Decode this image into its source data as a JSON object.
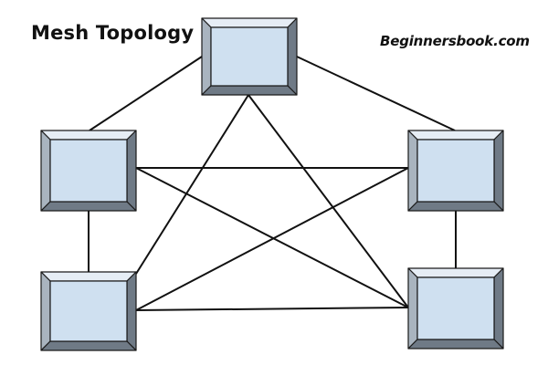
{
  "title": "Mesh Topology",
  "watermark": "Beginnersbook.com",
  "colors": {
    "node_face": "#cfe0f0",
    "node_bevel_light": "#e6edf5",
    "node_bevel_mid": "#a9b4bf",
    "node_bevel_dark": "#6f7a86",
    "link": "#111111",
    "background": "#ffffff"
  },
  "nodes": [
    {
      "id": "top"
    },
    {
      "id": "left-upper"
    },
    {
      "id": "right-upper"
    },
    {
      "id": "left-lower"
    },
    {
      "id": "right-lower"
    }
  ],
  "links": [
    [
      "top",
      "left-upper"
    ],
    [
      "top",
      "right-upper"
    ],
    [
      "top",
      "left-lower"
    ],
    [
      "top",
      "right-lower"
    ],
    [
      "left-upper",
      "right-upper"
    ],
    [
      "left-upper",
      "left-lower"
    ],
    [
      "left-upper",
      "right-lower"
    ],
    [
      "right-upper",
      "left-lower"
    ],
    [
      "right-upper",
      "right-lower"
    ],
    [
      "left-lower",
      "right-lower"
    ]
  ]
}
